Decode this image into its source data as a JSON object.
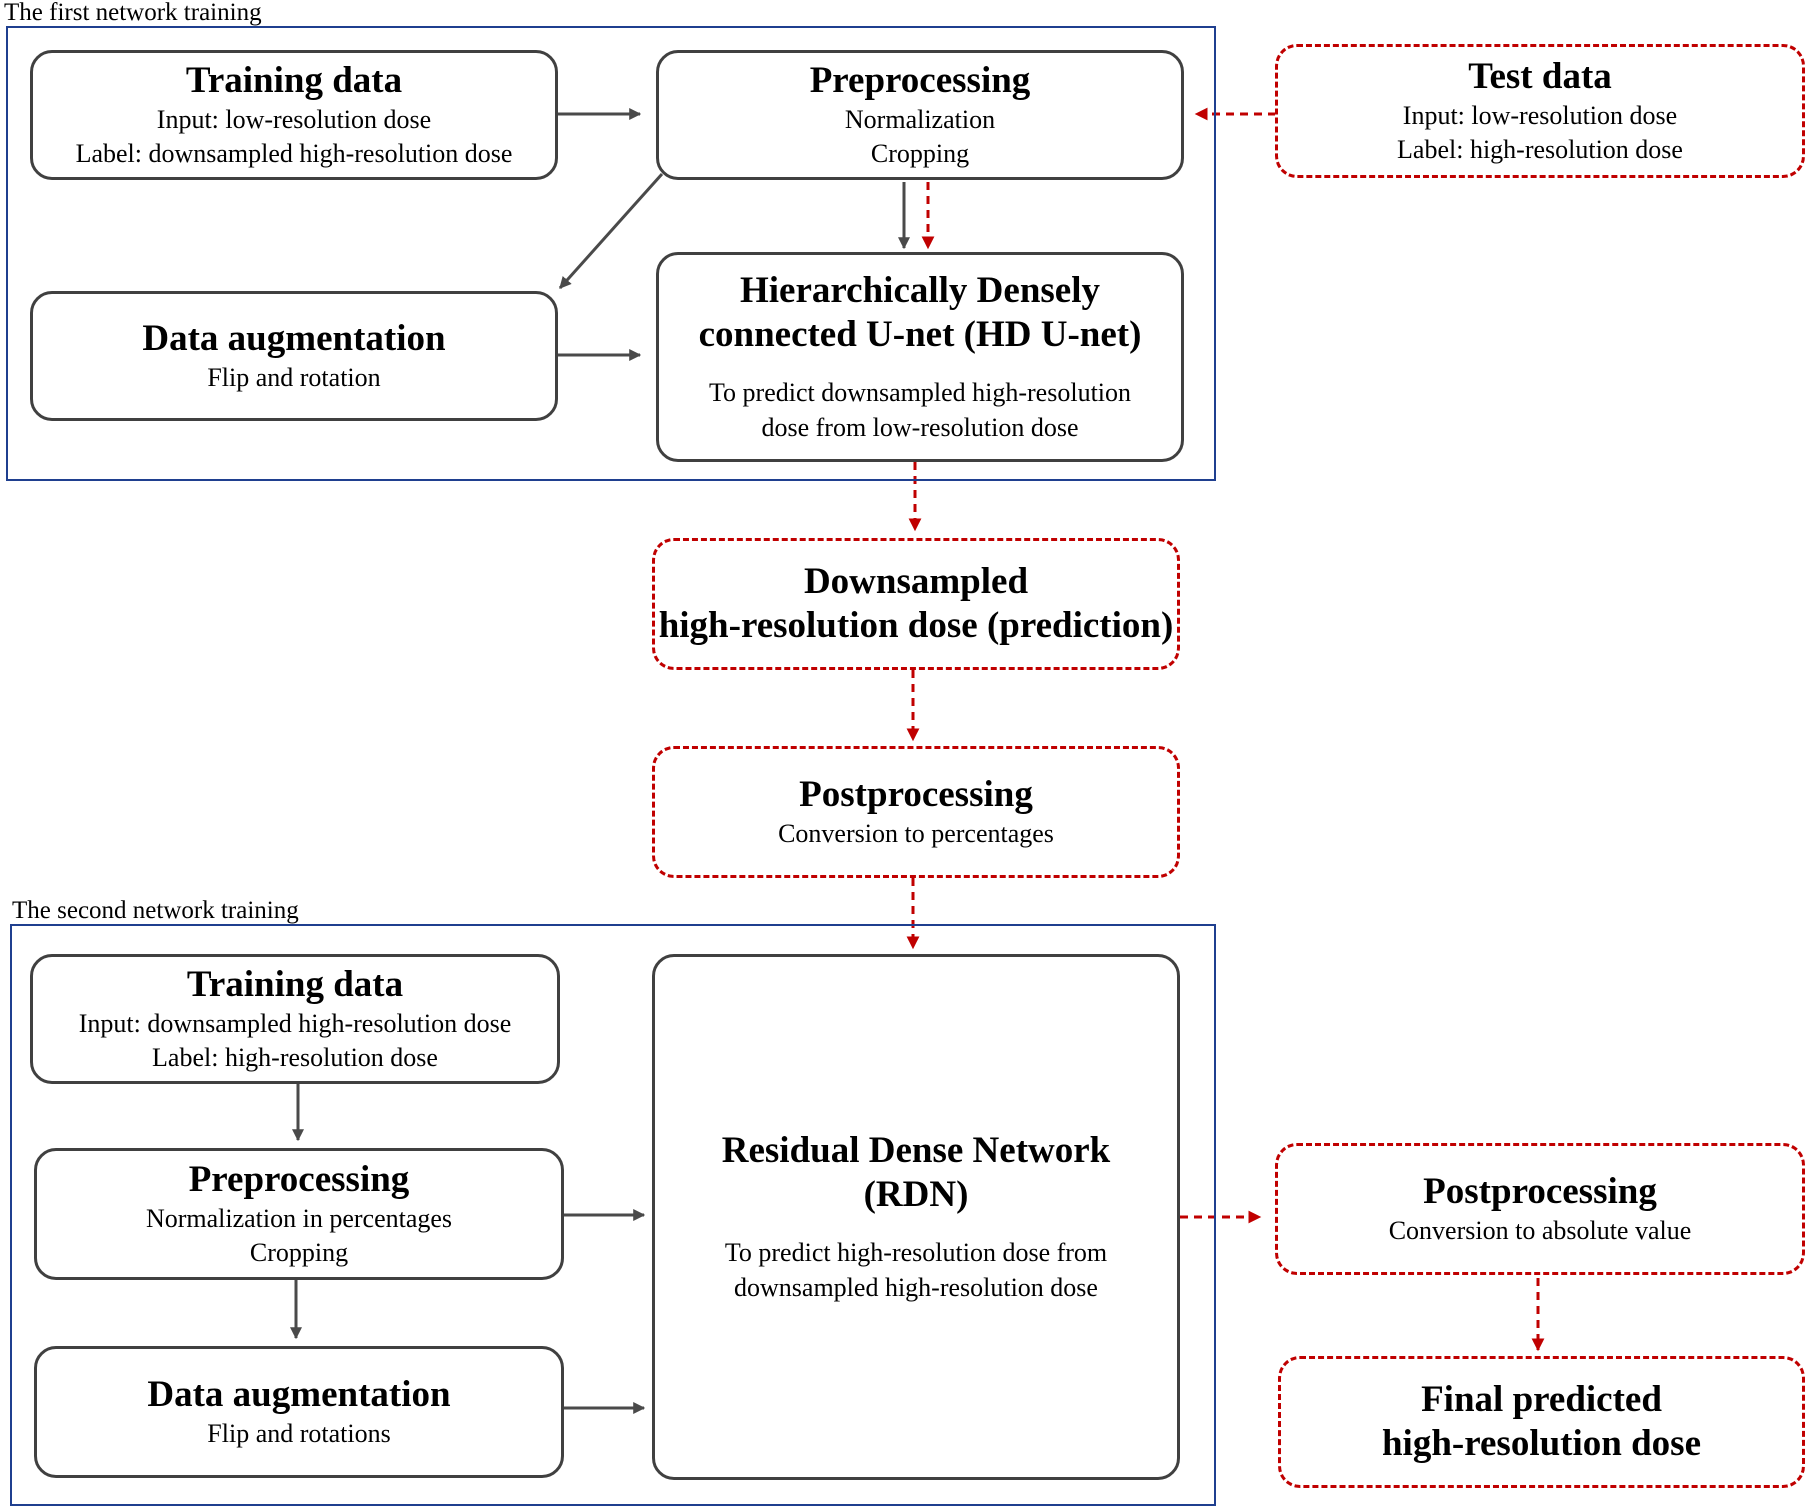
{
  "frames": {
    "first": {
      "label": "The first network training"
    },
    "second": {
      "label": "The second network training"
    }
  },
  "first": {
    "training_data": {
      "title": "Training data",
      "lines": [
        "Input: low-resolution dose",
        "Label: downsampled high-resolution dose"
      ]
    },
    "preprocessing": {
      "title": "Preprocessing",
      "lines": [
        "Normalization",
        "Cropping"
      ]
    },
    "data_augmentation": {
      "title": "Data augmentation",
      "lines": [
        "Flip and rotation"
      ]
    },
    "hd_unet": {
      "title_lines": [
        "Hierarchically Densely",
        "connected U-net (HD U-net)"
      ],
      "lines": [
        "To predict downsampled high-resolution",
        "dose from low-resolution dose"
      ]
    }
  },
  "test_data": {
    "title": "Test data",
    "lines": [
      "Input: low-resolution dose",
      "Label: high-resolution dose"
    ]
  },
  "downsampled_prediction": {
    "title_lines": [
      "Downsampled",
      "high-resolution dose (prediction)"
    ]
  },
  "postprocessing_mid": {
    "title": "Postprocessing",
    "lines": [
      "Conversion to percentages"
    ]
  },
  "second": {
    "training_data": {
      "title": "Training data",
      "lines": [
        "Input: downsampled high-resolution dose",
        "Label: high-resolution dose"
      ]
    },
    "preprocessing": {
      "title": "Preprocessing",
      "lines": [
        "Normalization in percentages",
        "Cropping"
      ]
    },
    "data_augmentation": {
      "title": "Data augmentation",
      "lines": [
        "Flip and rotations"
      ]
    },
    "rdn": {
      "title_lines": [
        "Residual Dense Network",
        "(RDN)"
      ],
      "lines": [
        "To predict high-resolution dose from",
        "downsampled high-resolution dose"
      ]
    }
  },
  "postprocessing_final": {
    "title": "Postprocessing",
    "lines": [
      "Conversion to absolute value"
    ]
  },
  "final_prediction": {
    "title_lines": [
      "Final predicted",
      "high-resolution dose"
    ]
  },
  "colors": {
    "frame": "#1f3f8f",
    "solid_arrow": "#4a4a4a",
    "dashed_arrow": "#c00000"
  }
}
